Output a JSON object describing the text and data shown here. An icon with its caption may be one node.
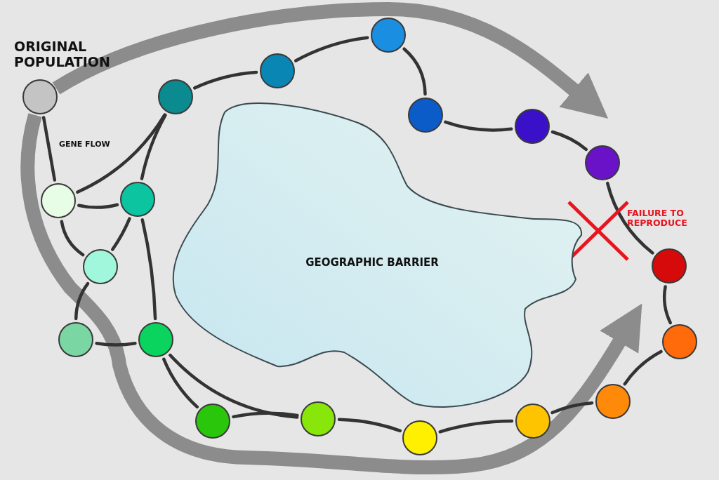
{
  "diagram": {
    "nodes": [
      {
        "text": [],
        "shape": "circle",
        "beside": [
          "ORIGINAL POPULATION"
        ]
      },
      {
        "text": [],
        "shape": "circle"
      },
      {
        "text": [],
        "shape": "circle"
      },
      {
        "text": [],
        "shape": "circle"
      },
      {
        "text": [],
        "shape": "circle"
      },
      {
        "text": [],
        "shape": "circle"
      },
      {
        "text": [],
        "shape": "circle"
      },
      {
        "text": [],
        "shape": "circle"
      },
      {
        "text": [],
        "shape": "circle"
      },
      {
        "text": [],
        "shape": "circle"
      },
      {
        "text": [],
        "shape": "circle"
      },
      {
        "text": [],
        "shape": "circle"
      },
      {
        "text": [],
        "shape": "circle"
      },
      {
        "text": [],
        "shape": "circle"
      },
      {
        "text": [],
        "shape": "circle"
      },
      {
        "text": [],
        "shape": "circle"
      },
      {
        "text": [],
        "shape": "circle"
      },
      {
        "text": [],
        "shape": "circle"
      },
      {
        "text": [],
        "shape": "circle"
      },
      {
        "text": [
          "GEOGRAPHIC BARRIER"
        ]
      }
    ],
    "edges": [
      {
        "from": 0,
        "to": 7,
        "arrow": "none"
      },
      {
        "from": 7,
        "to": 1,
        "arrow": "none"
      },
      {
        "from": 8,
        "to": 1,
        "arrow": "none"
      },
      {
        "from": 1,
        "to": 2,
        "arrow": "none"
      },
      {
        "from": 2,
        "to": 3,
        "arrow": "none"
      },
      {
        "from": 3,
        "to": 4,
        "arrow": "none"
      },
      {
        "from": 4,
        "to": 5,
        "arrow": "none"
      },
      {
        "from": 5,
        "to": 6,
        "arrow": "none"
      },
      {
        "from": 6,
        "to": 18,
        "arrow": "none"
      },
      {
        "from": 7,
        "to": 8,
        "arrow": "none"
      },
      {
        "from": 7,
        "to": 9,
        "arrow": "none"
      },
      {
        "from": 8,
        "to": 9,
        "arrow": "none"
      },
      {
        "from": 8,
        "to": 11,
        "arrow": "none"
      },
      {
        "from": 9,
        "to": 10,
        "arrow": "none"
      },
      {
        "from": 10,
        "to": 11,
        "arrow": "none"
      },
      {
        "from": 11,
        "to": 12,
        "arrow": "none"
      },
      {
        "from": 11,
        "to": 13,
        "arrow": "none"
      },
      {
        "from": 12,
        "to": 13,
        "arrow": "none"
      },
      {
        "from": 13,
        "to": 14,
        "arrow": "none"
      },
      {
        "from": 14,
        "to": 15,
        "arrow": "none"
      },
      {
        "from": 15,
        "to": 16,
        "arrow": "none"
      },
      {
        "from": 16,
        "to": 17,
        "arrow": "none"
      },
      {
        "from": 17,
        "to": 18,
        "arrow": "none"
      },
      {
        "from": 0,
        "to": 5,
        "arrow": "to",
        "style": "thick",
        "color": "#8c8c8c"
      },
      {
        "from": 0,
        "to": 16,
        "arrow": "to",
        "style": "thick",
        "color": "#8c8c8c"
      }
    ],
    "labels": [
      "GENE FLOW",
      "FAILURE TO REPRODUCE"
    ]
  }
}
